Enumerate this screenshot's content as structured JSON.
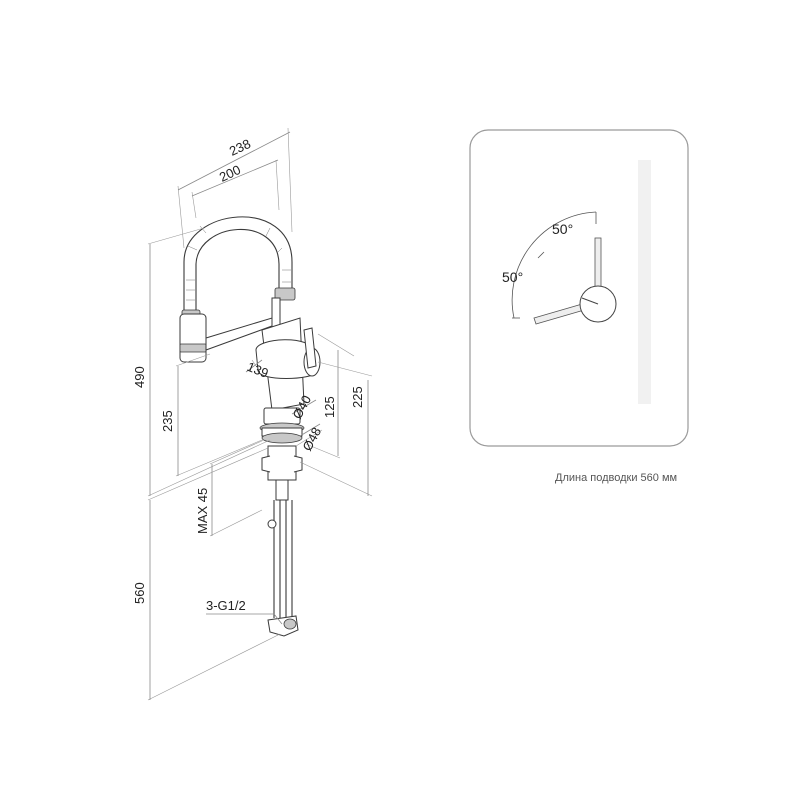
{
  "dimensions": {
    "overall_width": "238",
    "arc_width": "200",
    "total_height": "490",
    "spout_body_height": "235",
    "reach": "139",
    "body_diameter": "Ø40",
    "base_diameter": "Ø48",
    "lever_height": "125",
    "deck_height": "225",
    "max_deck_thickness": "MAX 45",
    "hose_length": "560",
    "connection_thread": "3-G1/2"
  },
  "top_view": {
    "angle_upper": "50°",
    "angle_lower": "50°"
  },
  "caption": "Длина подводки 560 мм"
}
